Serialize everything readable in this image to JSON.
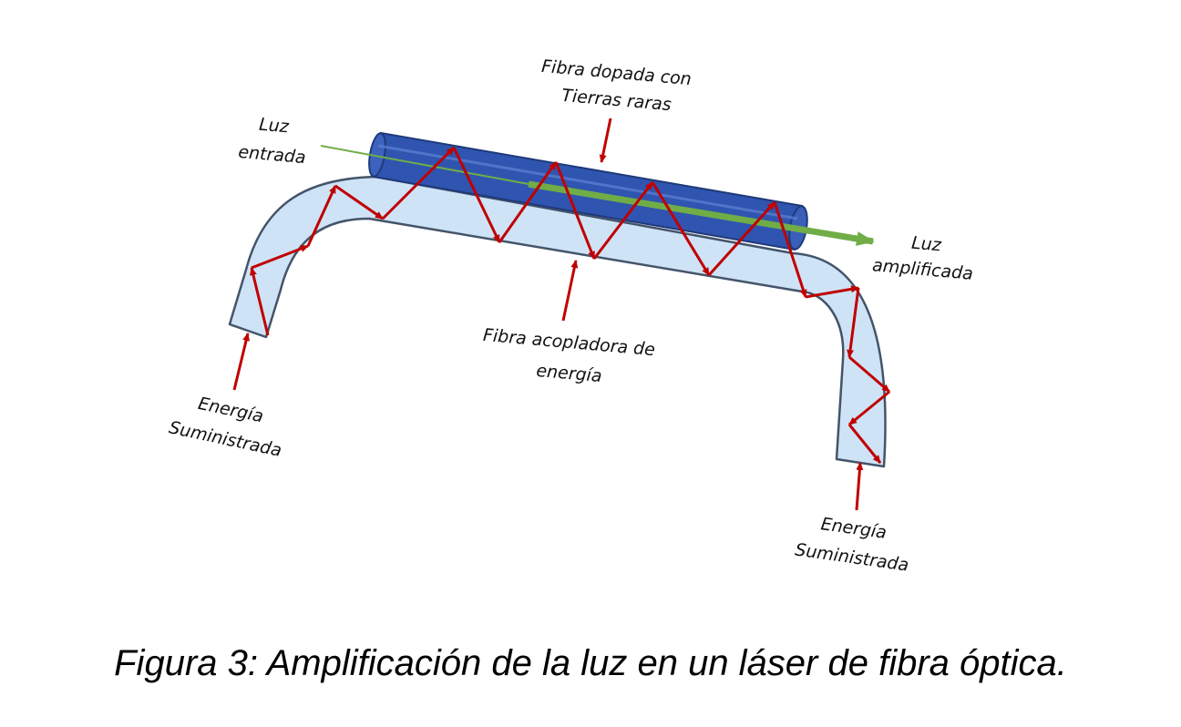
{
  "labels": {
    "doped_fiber_line1": "Fibra dopada con",
    "doped_fiber_line2": "Tierras raras",
    "light_in_line1": "Luz",
    "light_in_line2": "entrada",
    "light_out_line1": "Luz",
    "light_out_line2": "amplificada",
    "coupler_line1": "Fibra acopladora de",
    "coupler_line2": "energía",
    "energy_left_line1": "Energía",
    "energy_left_line2": "Suministrada",
    "energy_right_line1": "Energía",
    "energy_right_line2": "Suministrada"
  },
  "caption": "Figura 3: Amplificación de la luz en un láser de fibra óptica.",
  "colors": {
    "coupling_fiber_fill": "#cfe3f6",
    "coupling_fiber_stroke": "#44546a",
    "doped_fiber_fill": "#2f55b0",
    "doped_fiber_stroke": "#1f3a7a",
    "ray": "#c00000",
    "light": "#70ad47"
  }
}
